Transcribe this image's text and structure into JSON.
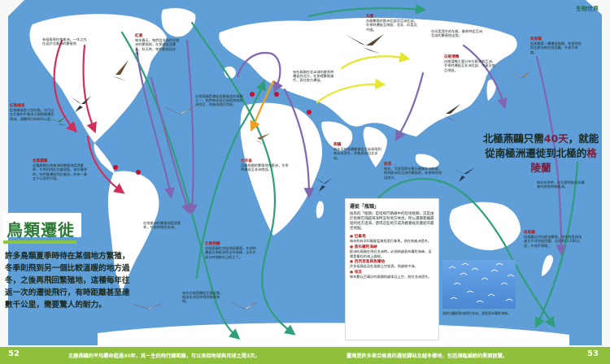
{
  "header": {
    "section": "生物世界"
  },
  "title": "鳥類遷徙",
  "intro": "許多鳥類夏季時待在某個地方繁殖，冬季則飛到另一個比較溫暖的地方過冬，之後再飛回繁殖地，這種每年往返一次的遷徙飛行，有時距離甚至達數千公里，需要驚人的耐力。",
  "notes": [
    {
      "title": "",
      "body": "有候鳥飛往南美洲，一年之內往返於北美洲的繁殖地",
      "x": 0,
      "y": 0
    },
    {
      "title": "紅喉蜂鳥",
      "body": "紅喉蜂鳥是小型的鳥，也可以在北美和中美洲之間飛越墨西哥灣，連續飛行約800公里。",
      "x": 0,
      "y": 0
    },
    {
      "title": "金鳳霸鶲",
      "body": "這種鳥類在南美洲的繁殖地度過夏季，冬季則飛往北美地區。每年春季時，牠們會遷徙到北美洲，約有一萬五千公里的行程。",
      "x": 0,
      "y": 0
    },
    {
      "title": "紅鳶",
      "body": "每年春天，牠們從非洲飛往歐洲的繁殖地，在那裡度過夏天。秋天時，牠們再飛回非洲。",
      "x": 0,
      "y": 0
    },
    {
      "title": "",
      "body": "北極燕鷗是遷徙距離最遠的鳥類之一，牠們每年從北極飛到南極洲附近，然後再飛回北極。",
      "x": 0,
      "y": 0
    },
    {
      "title": "",
      "body": "有些鳥類在北半球的夏季時遷徙到北方，在那裡繁殖後代，再往南方遷徙。",
      "x": 0,
      "y": 0
    },
    {
      "title": "灰雁",
      "body": "灰雁繁殖於歐洲北部及亞洲北部，冬季時遷徙至南歐、北非、印度及中國。",
      "x": 0,
      "y": 0
    },
    {
      "title": "",
      "body": "在印度過冬的灰雁，春季時從亞洲北部的繁殖地出發。",
      "x": 0,
      "y": 0
    },
    {
      "title": "白眼潛鴨",
      "body": "白眼潛鴨主要分布在歐洲和亞洲，冬季時遷徙至非洲北部、中東及南亞地區。",
      "x": 0,
      "y": 0
    },
    {
      "title": "斑尾鷸",
      "body": "斑尾鷸是一種遷徙鳥類，秋季時從阿拉斯加飛往紐西蘭，中途不停歇。",
      "x": 0,
      "y": 0
    },
    {
      "title": "水禾雀",
      "body": "這種鳥類的繁殖地在歐洲，冬季時遷徙至非洲南部。",
      "x": 0,
      "y": 0
    },
    {
      "title": "燕鷗",
      "body": "每年這些鳥類都會從北半球飛到南半球過冬，然後再飛回北半球。",
      "x": 0,
      "y": 0
    },
    {
      "title": "家燕",
      "body": "每年，大群家燕在春天離開非洲南部，飛到歐洲及亞洲的繁殖地，秋季時再飛回南方。",
      "x": 0,
      "y": 0
    },
    {
      "title": "",
      "body": "在南美洲的繁殖地度過夏季，冬季時飛往非洲。",
      "x": 0,
      "y": 0
    },
    {
      "title": "北極燕鷗",
      "body": "北極燕鷗於北極地區繁殖，冬季時遷徙至南極洲附近的海域，全年大部分時間都在日照之下。",
      "x": 0,
      "y": 0
    },
    {
      "title": "",
      "body": "有些北極燕鷗從北極出發，經由非洲西岸飛到南極海域。",
      "x": 0,
      "y": 0
    },
    {
      "title": "斑尾鷸",
      "body": "斑尾鷸在阿拉斯加繁殖，秋季時直接飛越太平洋到紐西蘭，全程約11,000公里，中途不停歇。",
      "x": 0,
      "y": 0
    },
    {
      "title": "",
      "body": "每年秋季時，在北極地區的灰鷸會向南飛到南美洲。",
      "x": 0,
      "y": 0
    }
  ],
  "pullquote": {
    "lead": "北極燕鷗只需",
    "highlight1": "40天",
    "mid": "，就能從南極洲遷徙到北極的",
    "highlight2": "格陵蘭"
  },
  "box": {
    "title": "遷徙「瓶頸」",
    "body": "候鳥的「瓶頸」是指飛行路線中的陸地瓶頸，這是由於鳥類在飛越海洋時沒有地方休息，所以選擇距離最短的地方過海，使得這些地方成為觀賞候鳥遷徙的最佳地點。",
    "items": [
      {
        "head": "巴拿馬",
        "text": "每年約有300萬隻猛禽經過巴拿馬，飛往南美洲過冬。"
      },
      {
        "head": "直布羅陀海峽",
        "text": "歐洲的鳥類在飛往非洲時，必須飛越直布羅陀海峽，這裡是最短的海上路線。"
      },
      {
        "head": "西西里島與馬爾他",
        "text": "許多候鳥從這些島嶼上空經過，飛越地中海。"
      },
      {
        "head": "埃及",
        "text": "每年數以百萬計的鳥類飛越埃及上空，前往非洲過冬。"
      }
    ]
  },
  "photo_caption": "這群白鸛從歐洲飛往非洲，途經直布羅陀海峽。",
  "footer": {
    "page_left": "52",
    "page_right": "53",
    "text_left": "北極燕鷗的平均壽命超過30年，其一生的飛行總距離，可以來回地球與月球之間3次。",
    "text_right": "臺灣是許多東亞候鳥的遷徙驛站及越冬棲地，包括瀕臨滅絕的黑面琵鷺。"
  },
  "colors": {
    "ocean": "#5f9ed6",
    "land": "#ffffff",
    "accent_green": "#8fc03c",
    "route_green": "#2f9e7a",
    "route_purple": "#8066b0",
    "route_red": "#d12e5b",
    "route_yellow": "#e6e62a",
    "route_orange": "#f0a020",
    "marker_red": "#c8102e"
  }
}
